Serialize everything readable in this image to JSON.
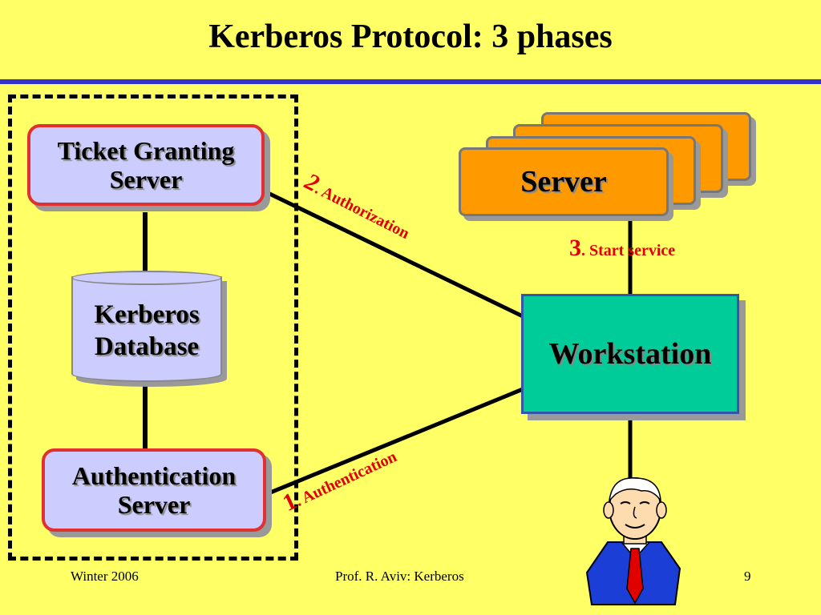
{
  "slide": {
    "title": "Kerberos Protocol: 3 phases"
  },
  "nodes": {
    "tgs_line1": "Ticket Granting",
    "tgs_line2": "Server",
    "db_line1": "Kerberos",
    "db_line2": "Database",
    "as_line1": "Authentication",
    "as_line2": "Server",
    "server": "Server",
    "workstation": "Workstation"
  },
  "edges": {
    "authorization_num": "2",
    "authorization_text": ". Authorization",
    "authentication_num": "1",
    "authentication_text": ". Authentication",
    "start_num": "3",
    "start_text": ". Start service"
  },
  "footer": {
    "left": "Winter 2006",
    "center": "Prof. R. Aviv: Kerberos",
    "page": "9"
  },
  "colors": {
    "background": "#ffff66",
    "accent_rule": "#3333cc",
    "kdc_box": "#ccccff",
    "kdc_border": "#e03030",
    "server": "#ff9900",
    "workstation": "#00cc99",
    "label_red": "#e00000"
  },
  "icons": {
    "user": "cartoon-person-icon"
  }
}
